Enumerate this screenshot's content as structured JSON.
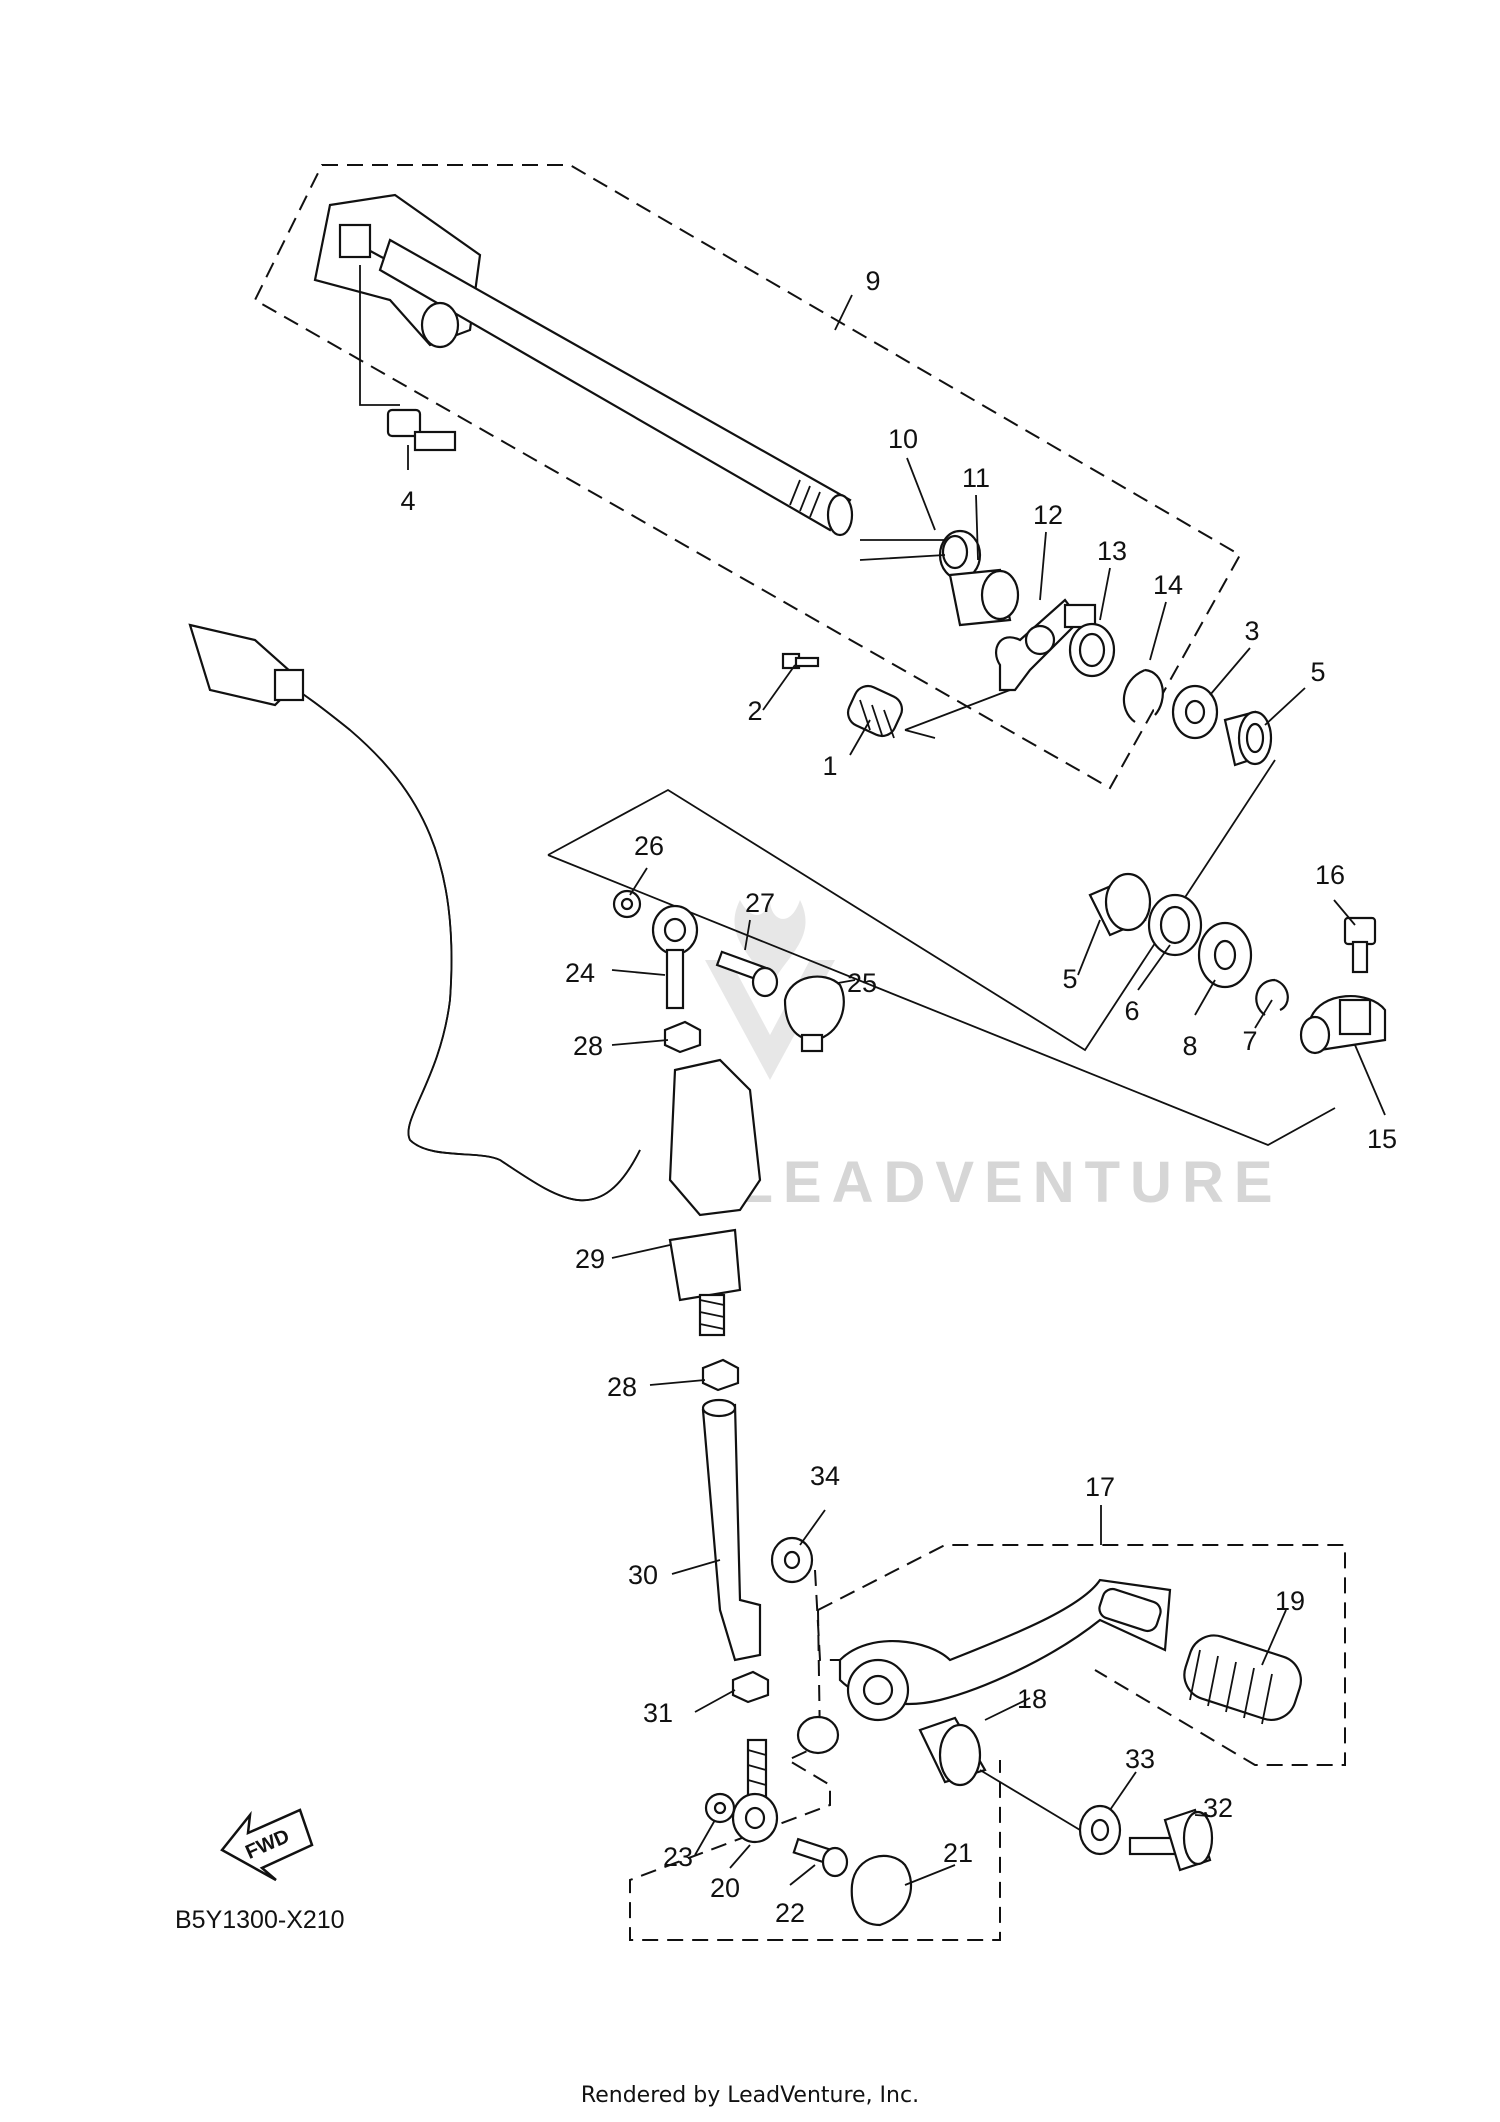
{
  "diagram": {
    "watermark": "LEADVENTURE",
    "diagram_code": "B5Y1300-X210",
    "footer": "Rendered by LeadVenture, Inc.",
    "fwd_label": "FWD",
    "callouts": [
      "1",
      "2",
      "3",
      "4",
      "5",
      "5",
      "6",
      "7",
      "8",
      "9",
      "10",
      "11",
      "12",
      "13",
      "14",
      "15",
      "16",
      "17",
      "18",
      "19",
      "20",
      "21",
      "22",
      "23",
      "24",
      "25",
      "26",
      "27",
      "28",
      "28",
      "29",
      "30",
      "31",
      "32",
      "33",
      "34"
    ]
  }
}
